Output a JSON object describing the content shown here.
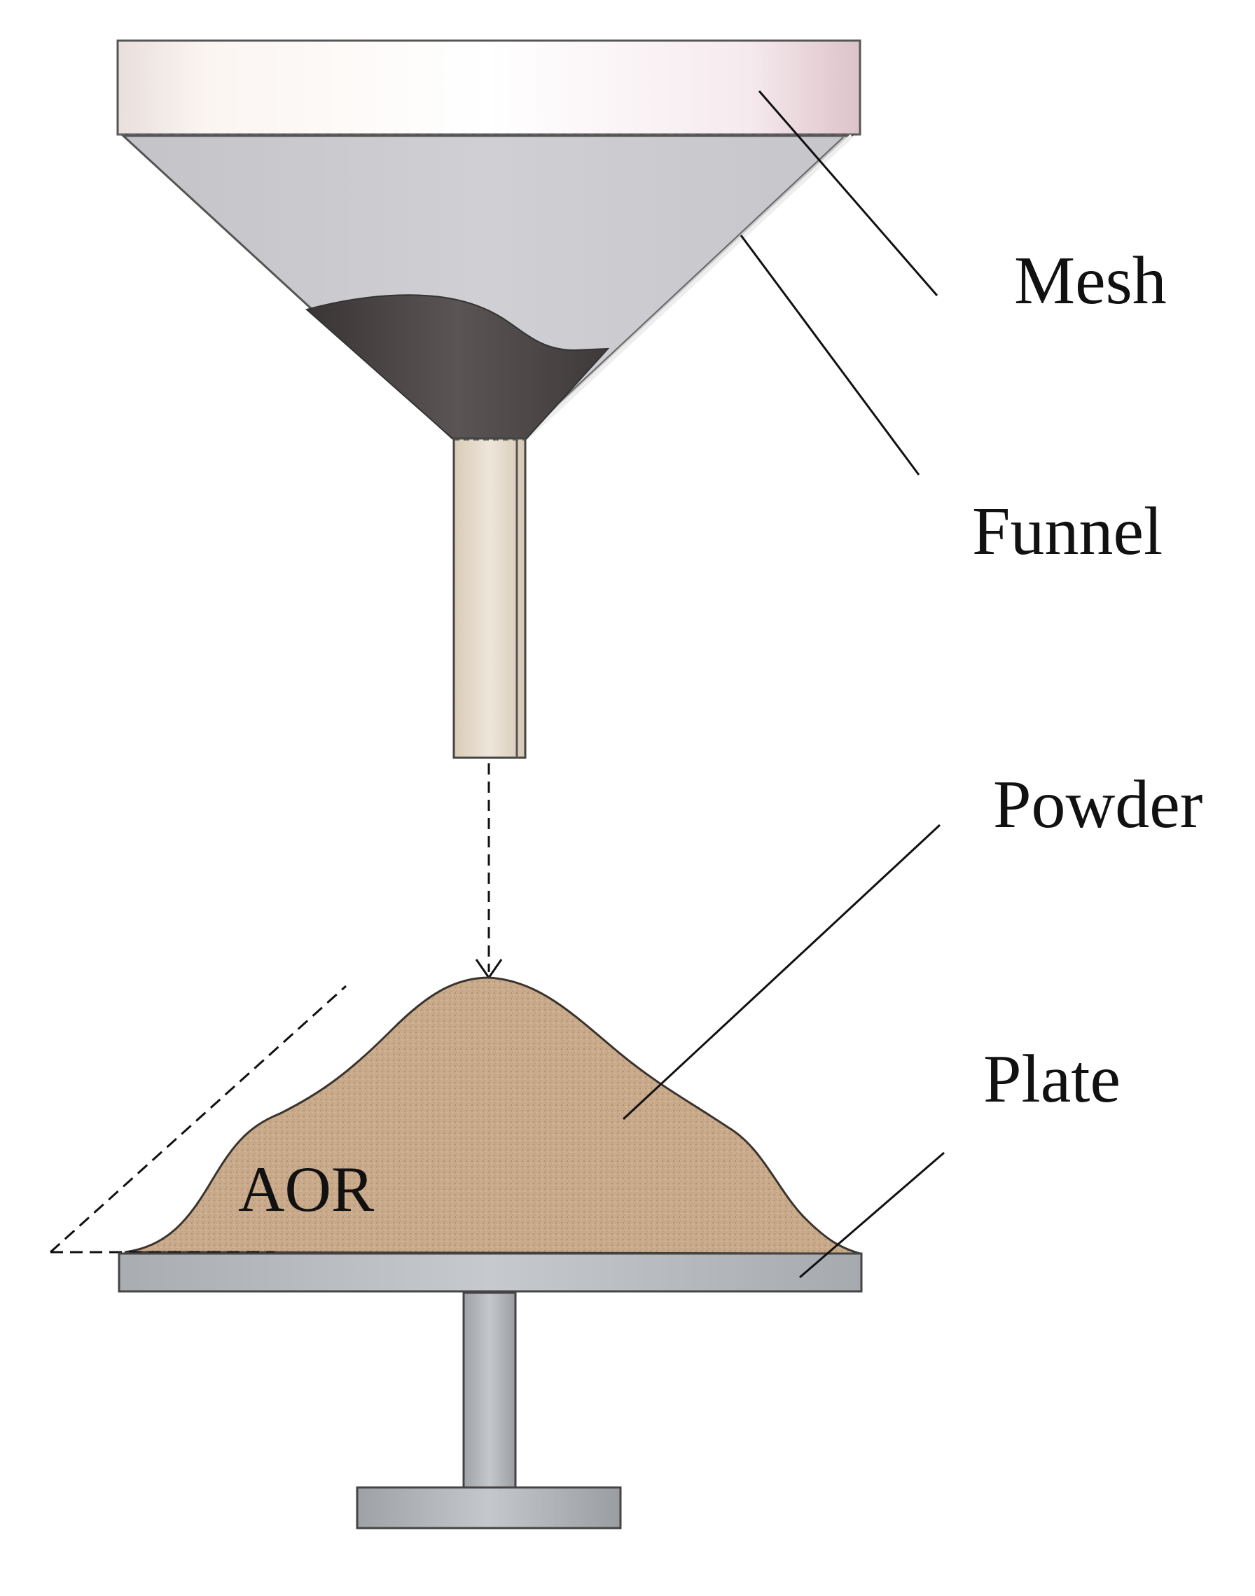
{
  "labels": {
    "mesh": "Mesh",
    "funnel": "Funnel",
    "powder": "Powder",
    "plate": "Plate",
    "aor": "AOR"
  },
  "colors": {
    "mesh": "#f7f1ee",
    "funnel": "#c9c9cd",
    "funnel_powder": "#4a4444",
    "stem": "#e6dccd",
    "powder": "#c8a98a",
    "plate": "#b5b9bd",
    "stand": "#b8bcc0",
    "line": "#111111"
  }
}
